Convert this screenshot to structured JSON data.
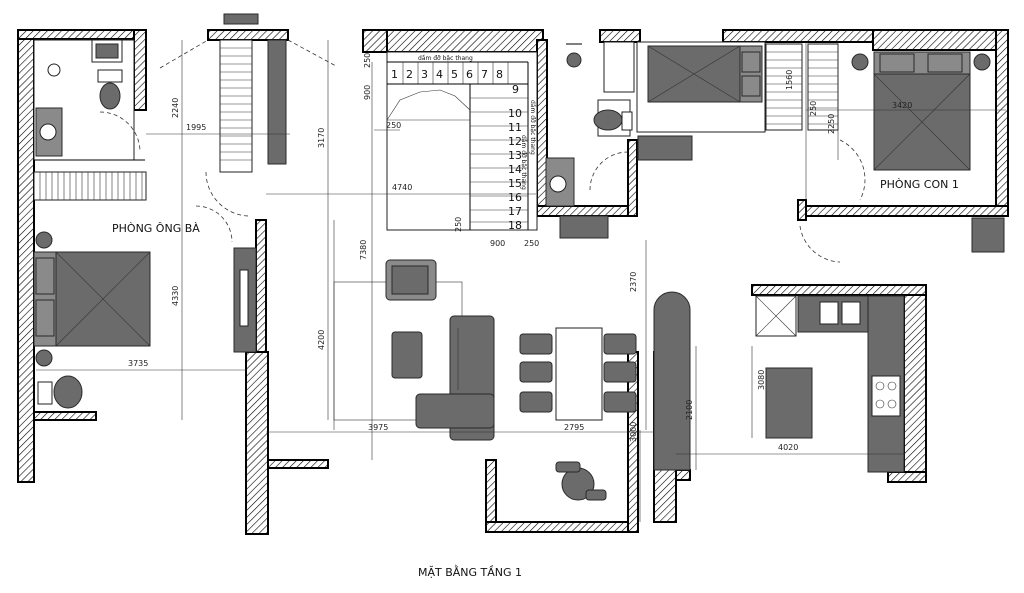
{
  "rooms": {
    "grandparents": "PHÒNG ÔNG BÀ",
    "child1": "PHÒNG CON 1"
  },
  "title": "MẶT BẰNG TẦNG 1",
  "stair": {
    "beam_label": "dầm đỡ bậc thang",
    "side_label_1": "dầm đỡ bậc thang",
    "side_label_2": "dầm đỡ bậc thang",
    "top_steps": [
      "1",
      "2",
      "3",
      "4",
      "5",
      "6",
      "7",
      "8"
    ],
    "side_steps": [
      "9",
      "10",
      "11",
      "12",
      "13",
      "14",
      "15",
      "16",
      "17",
      "18"
    ]
  },
  "dimensions": {
    "d2240": "2240",
    "d1995": "1995",
    "d3170": "3170",
    "d4330": "4330",
    "d3735": "3735",
    "d4740": "4740",
    "d7380": "7380",
    "d4200": "4200",
    "d3975": "3975",
    "d2795": "2795",
    "d3000": "3000",
    "d2370": "2370",
    "d2100": "2100",
    "d3080": "3080",
    "d4020": "4020",
    "d3420": "3420",
    "d1560": "1560",
    "d2250": "2250",
    "d900a": "900",
    "d250a": "250",
    "d250b": "250",
    "d900b": "900",
    "d250c": "250",
    "d250d": "250",
    "d250e": "250"
  },
  "icons": [
    "bed-icon",
    "sofa-icon",
    "dining-table-icon",
    "toilet-icon",
    "sink-icon",
    "stove-icon",
    "wardrobe-icon",
    "door-swing-icon",
    "armchair-icon"
  ]
}
